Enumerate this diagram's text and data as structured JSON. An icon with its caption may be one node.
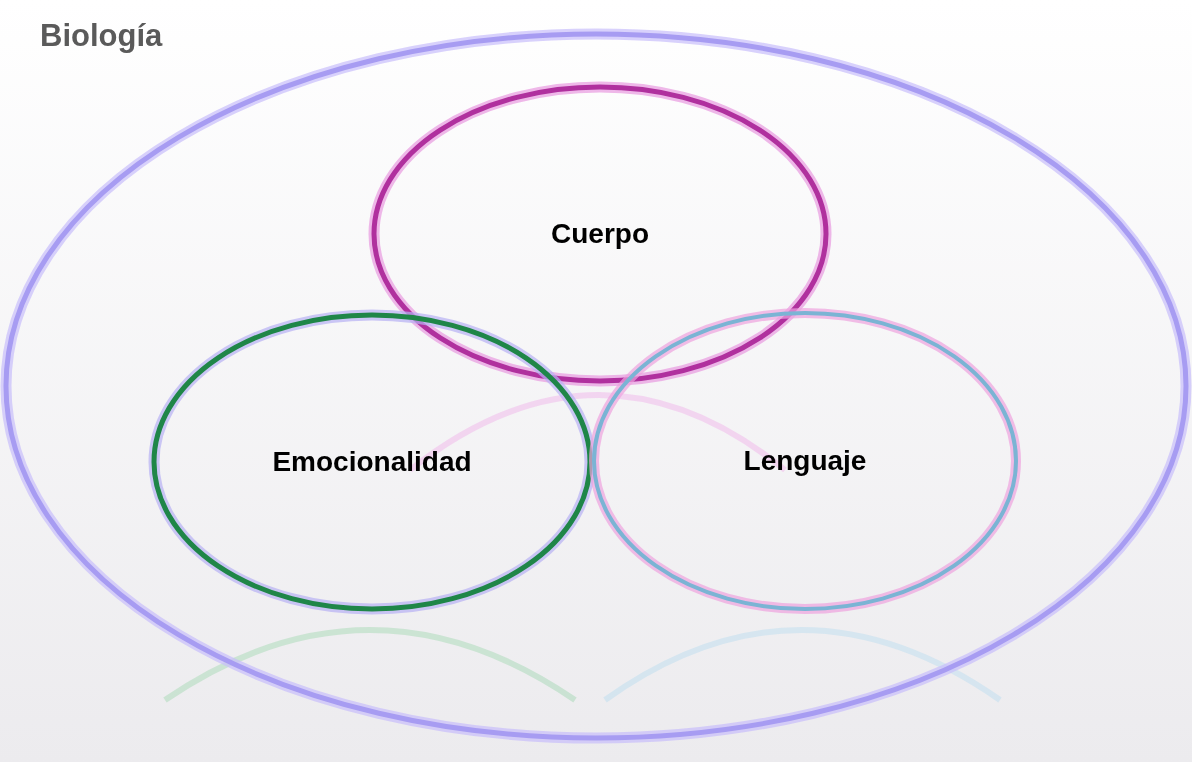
{
  "diagram": {
    "nodes": [
      {
        "text": [
          "Biología"
        ]
      },
      {
        "text": [
          "Cuerpo"
        ],
        "in": 0
      },
      {
        "text": [
          "Emocionalidad"
        ],
        "in": 0
      },
      {
        "text": [
          "Lenguaje"
        ],
        "in": 0
      }
    ],
    "edges": []
  }
}
